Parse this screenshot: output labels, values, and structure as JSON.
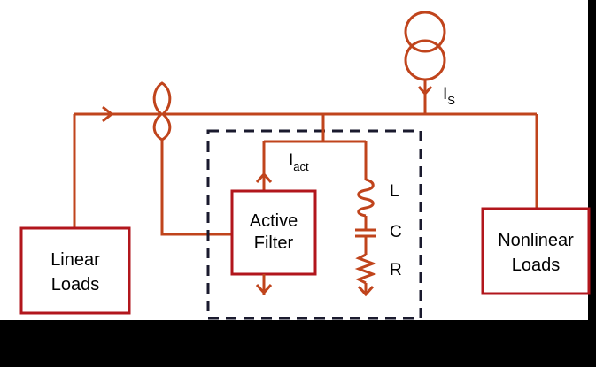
{
  "colors": {
    "wire": "#c0441c",
    "box": "#b2161c",
    "dashed": "#1a1a2e",
    "background": "#ffffff",
    "border": "#000000"
  },
  "labels": {
    "linear_loads": [
      "Linear",
      "Loads"
    ],
    "nonlinear_loads": [
      "Nonlinear",
      "Loads"
    ],
    "active_filter": [
      "Active",
      "Filter"
    ],
    "source_current": {
      "main": "I",
      "sub": "S"
    },
    "filter_current": {
      "main": "I",
      "sub": "act"
    },
    "inductor": "L",
    "capacitor": "C",
    "resistor": "R"
  },
  "icons": [
    "transformer-icon",
    "current-transformer-icon",
    "inductor-icon",
    "capacitor-icon",
    "resistor-icon",
    "arrow-icon"
  ]
}
